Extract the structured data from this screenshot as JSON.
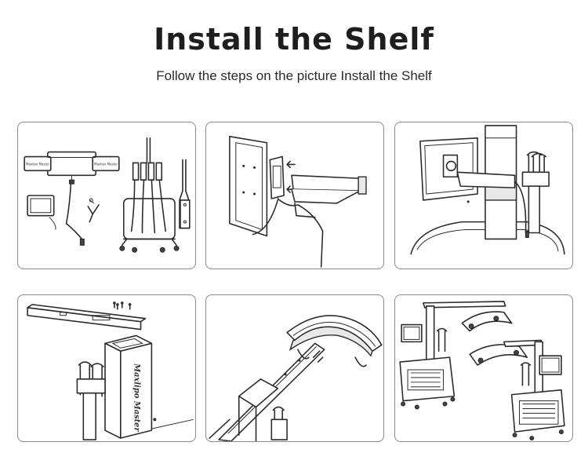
{
  "header": {
    "title": "Install the Shelf",
    "subtitle": "Follow the steps on the picture Install the Shelf"
  },
  "labels": {
    "brand_small": "Maxlipo Master",
    "column_brand": "Maxlipo Master"
  },
  "colors": {
    "border": "#8a8a8a",
    "ink": "#2b2b2b",
    "background": "#ffffff"
  }
}
